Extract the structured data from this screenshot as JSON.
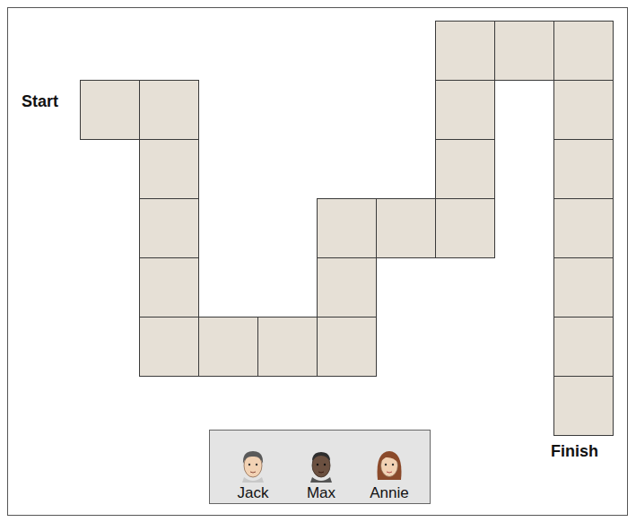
{
  "diagram": {
    "nodes": [
      {
        "text": [
          "Jack",
          "Max",
          "Annie"
        ]
      }
    ],
    "labels": [
      "Start",
      "Finish"
    ]
  }
}
